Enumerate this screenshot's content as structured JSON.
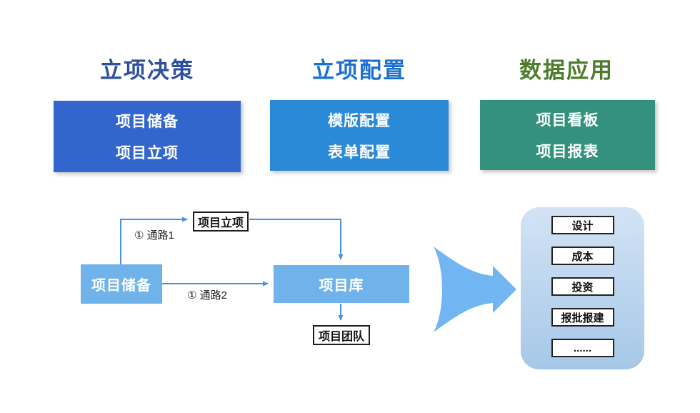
{
  "columns": [
    {
      "header": "立项决策",
      "items": [
        "项目储备",
        "项目立项"
      ]
    },
    {
      "header": "立项配置",
      "items": [
        "模版配置",
        "表单配置"
      ]
    },
    {
      "header": "数据应用",
      "items": [
        "项目看板",
        "项目报表"
      ]
    }
  ],
  "flow": {
    "reserve_box": "项目储备",
    "approval_box": "项目立项",
    "library_box": "项目库",
    "team_box": "项目团队",
    "path1_label": "① 通路1",
    "path2_label": "① 通路2"
  },
  "output_panel": {
    "items": [
      "设计",
      "成本",
      "投资",
      "报批报建",
      "......"
    ]
  },
  "colors": {
    "header1": "#2e4f9e",
    "header2": "#1a6fd4",
    "header3": "#4d7c2d",
    "box1": "#3366cc",
    "box2": "#2b8ad8",
    "box3": "#33917e",
    "flowbox": "#6fb3ea",
    "line": "#4a90dd",
    "funnel": "#71b6f2",
    "panel_top": "#d3e3f5",
    "panel_bottom": "#a6c8e8"
  }
}
